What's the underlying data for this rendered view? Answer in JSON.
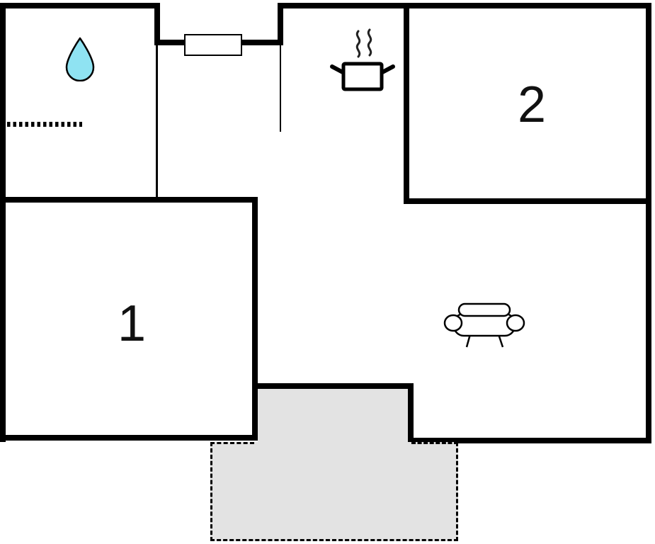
{
  "floorplan": {
    "rooms": {
      "room1": {
        "label": "1"
      },
      "room2": {
        "label": "2"
      }
    },
    "icons": {
      "water_drop": "water-drop-icon",
      "radiator": "radiator-dots-icon",
      "cooking_pot": "cooking-pot-icon",
      "sofa": "sofa-icon",
      "window": "window-symbol"
    },
    "colors": {
      "wall": "#000000",
      "background": "#ffffff",
      "terrace_fill": "#e3e3e3",
      "water_drop_fill": "#8fe3f2",
      "outline": "#000000"
    }
  }
}
